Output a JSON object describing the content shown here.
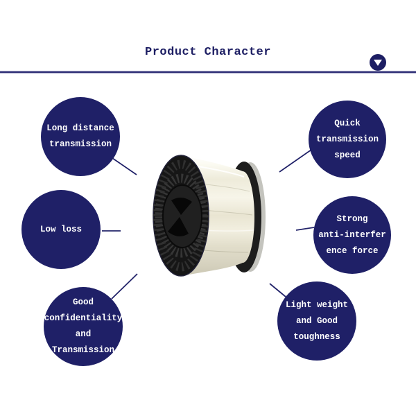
{
  "header": {
    "title": "Product Character",
    "icon": "chevron-down-circle-icon"
  },
  "features": {
    "long_distance": {
      "lines": [
        "Long distance",
        "transmission"
      ]
    },
    "low_loss": {
      "lines": [
        "Low loss"
      ]
    },
    "confidentiality": {
      "lines": [
        "Good",
        "confidentiality",
        "and",
        "Transmission"
      ]
    },
    "quick_speed": {
      "lines": [
        "Quick",
        "transmission",
        "speed"
      ]
    },
    "anti_interference": {
      "lines": [
        "Strong",
        "anti-interfer",
        "ence force"
      ]
    },
    "light_weight": {
      "lines": [
        "Light weight",
        "and Good",
        "toughness"
      ]
    }
  },
  "product_image": {
    "name": "fiber-optic-spool-photo"
  },
  "colors": {
    "bubble_fill": "#1f2067",
    "bubble_text": "#ffffff",
    "accent_navy": "#1d1e63",
    "connector": "#23246a",
    "spool_flange": "#161616",
    "fiber_body": "#efecdb"
  }
}
